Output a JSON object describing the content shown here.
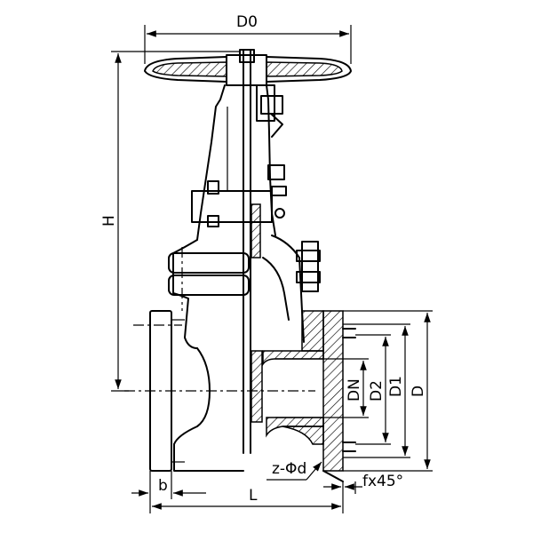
{
  "labels": {
    "d0": "D0",
    "h": "H",
    "dn": "DN",
    "d2": "D2",
    "d1": "D1",
    "d": "D",
    "z_phi_d": "z-Φd",
    "b": "b",
    "l": "L",
    "chamfer": "fx45°"
  },
  "colors": {
    "line": "#000000",
    "background": "#ffffff"
  }
}
